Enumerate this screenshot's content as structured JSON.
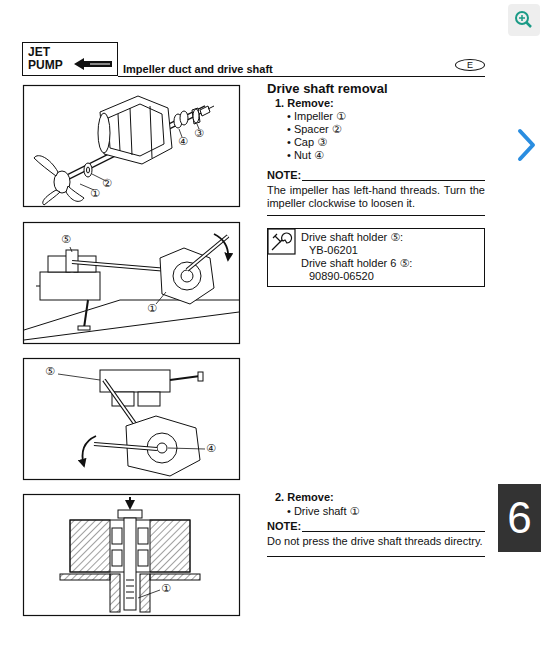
{
  "diagram": {
    "title": "Impeller duct and drive shaft",
    "nodes": [
      {
        "text": [
          "JET PUMP"
        ]
      },
      {
        "text": [
          "E"
        ]
      },
      {
        "text": [
          "Drive shaft holder ⑤:",
          "YB-06201",
          "Drive shaft holder 6 ⑤:",
          "90890-06520"
        ]
      },
      {
        "text": [
          "6"
        ]
      }
    ],
    "labels": [
      "Drive shaft removal",
      "1. Remove:",
      "• Impeller ①",
      "• Spacer ②",
      "• Cap ③",
      "• Nut ④",
      "NOTE:",
      "The impeller has left-hand threads. Turn the impeller clockwise to loosen it.",
      "2. Remove:",
      "• Drive shaft ①",
      "NOTE:",
      "Do not press the drive shaft threads directry.",
      "①",
      "②",
      "③",
      "④",
      "⑤",
      "①",
      "⑤",
      "④",
      "①"
    ]
  }
}
